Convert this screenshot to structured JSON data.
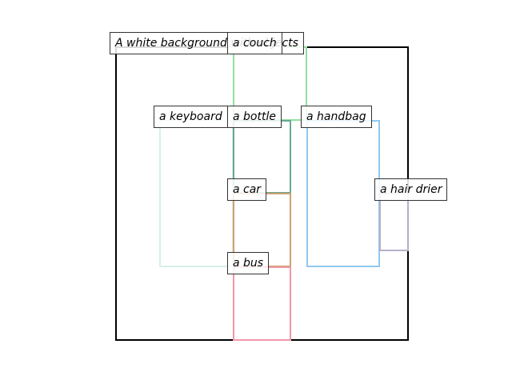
{
  "scene": {
    "caption": "A white background with objects",
    "frame_color": "#000000"
  },
  "objects": [
    {
      "label": "a couch",
      "color": "#90e0a0"
    },
    {
      "label": "a keyboard",
      "color": "#d8f0e8"
    },
    {
      "label": "a bottle",
      "color": "#68a898"
    },
    {
      "label": "a handbag",
      "color": "#90c8f0"
    },
    {
      "label": "a car",
      "color": "#d0a070"
    },
    {
      "label": "a hair drier",
      "color": "#b8b0c8"
    },
    {
      "label": "a bus",
      "color": "#f098a8"
    }
  ]
}
